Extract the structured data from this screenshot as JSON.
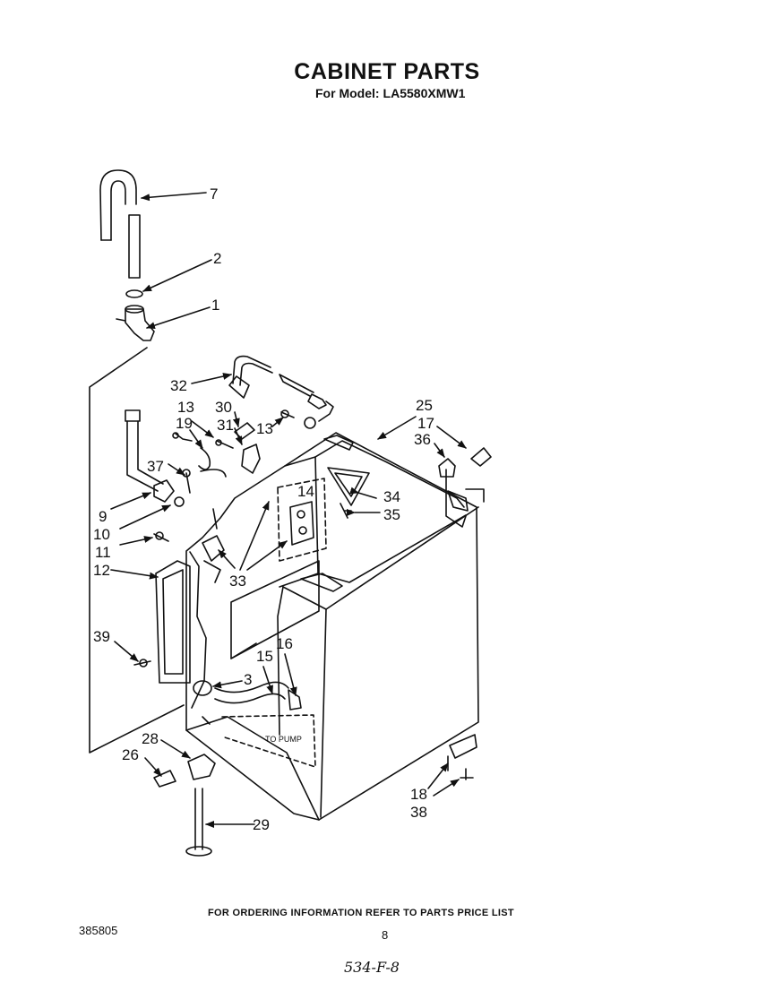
{
  "header": {
    "title": "CABINET PARTS",
    "model_label": "For Model:",
    "model_number": "LA5580XMW1"
  },
  "callouts": {
    "c7": "7",
    "c2": "2",
    "c1": "1",
    "c32": "32",
    "c25": "25",
    "c17": "17",
    "c36": "36",
    "c13a": "13",
    "c19": "19",
    "c30": "30",
    "c31": "31",
    "c13b": "13",
    "c37": "37",
    "c14": "14",
    "c34": "34",
    "c35": "35",
    "c9": "9",
    "c10": "10",
    "c11": "11",
    "c12": "12",
    "c33": "33",
    "c39": "39",
    "c15": "15",
    "c16": "16",
    "c3": "3",
    "c28": "28",
    "c26": "26",
    "c18": "18",
    "c38": "38",
    "c29": "29"
  },
  "annotations": {
    "to_pump": "TO PUMP"
  },
  "footer": {
    "ordering_note": "FOR ORDERING INFORMATION REFER TO PARTS PRICE LIST",
    "document_number": "385805",
    "page_number": "8",
    "handwritten_note": "534-F-8"
  }
}
